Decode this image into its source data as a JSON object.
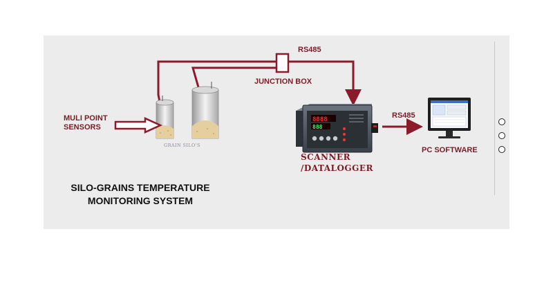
{
  "title": "SILO-GRAINS TEMPERATURE MONITORING SYSTEM",
  "labels": {
    "rs485_top": "RS485",
    "junction_box": "JUNCTION BOX",
    "rs485_right": "RS485",
    "sensors": "MULI POINT SENSORS",
    "pc_software": "PC SOFTWARE",
    "scanner": "SCANNER /DATALOGGER",
    "silo_caption": "GRAIN SILO'S"
  },
  "display": {
    "top_reading": "8888",
    "bottom_reading": "888"
  },
  "pagination_dots": 3,
  "colors": {
    "wire": "#8b1a2b",
    "label": "#7a1c26",
    "panel": "#ececec",
    "display_red": "#ff2a2a"
  }
}
